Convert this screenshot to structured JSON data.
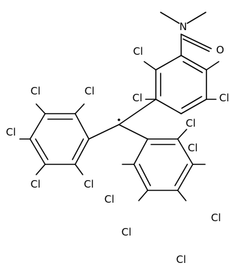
{
  "molecule": {
    "atoms": {
      "n": "N",
      "o": "O",
      "cl1": "Cl",
      "cl2": "Cl",
      "cl3": "Cl",
      "cl4": "Cl",
      "cl5": "Cl",
      "cl6": "Cl",
      "cl7": "Cl",
      "cl8": "Cl",
      "cl9": "Cl",
      "cl10": "Cl",
      "cl11": "Cl",
      "cl12": "Cl",
      "cl13": "Cl",
      "cl14": "Cl"
    }
  }
}
